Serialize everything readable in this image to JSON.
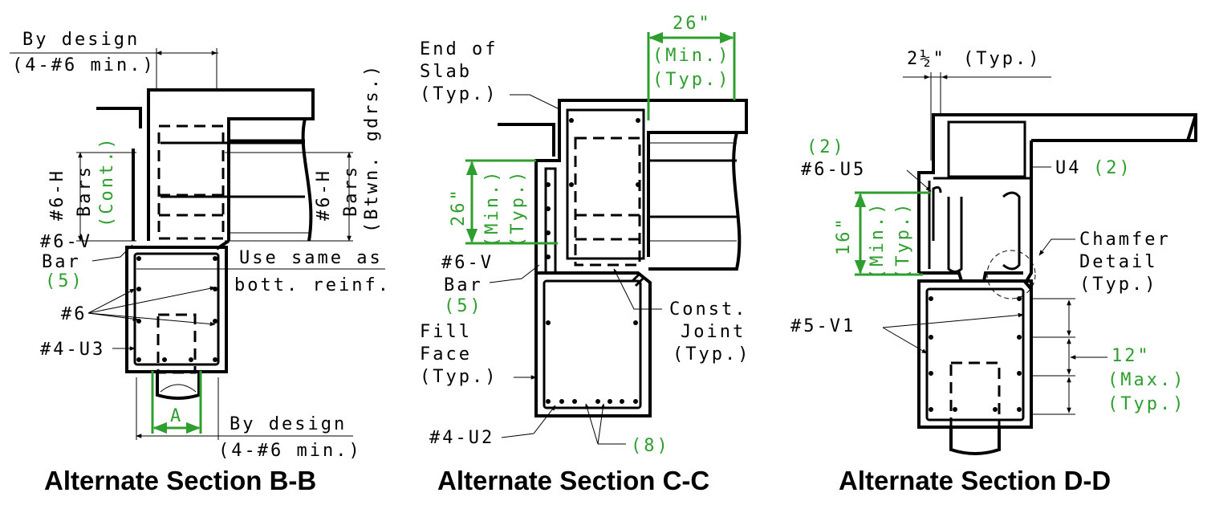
{
  "colors": {
    "line": "#000000",
    "dimension_accent": "#2e9e2e",
    "background": "#ffffff"
  },
  "sections": {
    "bb": {
      "title": "Alternate Section B-B",
      "by_design_top": "By design",
      "by_design_top_min": "(4-#6 min.)",
      "h_bars_label": "#6-H",
      "bars_label": "Bars",
      "cont_label": "(Cont.)",
      "h_bars_right": "#6-H",
      "bars_right": "Bars",
      "btwn_gdrs": "(Btwn. gdrs.)",
      "v_bar": "#6-V",
      "bar_word": "Bar",
      "v_count": "(5)",
      "use_same_1": "Use same as",
      "use_same_2": "bott. reinf.",
      "num6": "#6",
      "u3": "#4-U3",
      "dim_a": "A",
      "by_design_bottom": "By design",
      "by_design_bottom_min": "(4-#6 min.)"
    },
    "cc": {
      "title": "Alternate Section C-C",
      "end_of_1": "End of",
      "end_of_2": "Slab",
      "end_of_3": "(Typ.)",
      "dim_26_top": "26\"",
      "min_top": "(Min.)",
      "typ_top": "(Typ.)",
      "dim_26_left": "26\"",
      "min_left": "(Min.)",
      "typ_left": "(Typ.)",
      "v_bar": "#6-V",
      "bar_word": "Bar",
      "v_count": "(5)",
      "fill_1": "Fill",
      "fill_2": "Face",
      "fill_3": "(Typ.)",
      "const_1": "Const.",
      "const_2": "Joint",
      "const_3": "(Typ.)",
      "u2": "#4-U2",
      "u2_count": "(8)"
    },
    "dd": {
      "title": "Alternate Section D-D",
      "dim_2half": "2½\"",
      "dim_2half_typ": "(Typ.)",
      "u5_count": "(2)",
      "u5": "#6-U5",
      "u4": "U4",
      "u4_count": "(2)",
      "dim_16": "16\"",
      "min": "(Min.)",
      "typ": "(Typ.)",
      "chamfer_1": "Chamfer",
      "chamfer_2": "Detail",
      "chamfer_3": "(Typ.)",
      "v1": "#5-V1",
      "dim_12": "12\"",
      "max": "(Max.)",
      "typ_12": "(Typ.)"
    }
  }
}
